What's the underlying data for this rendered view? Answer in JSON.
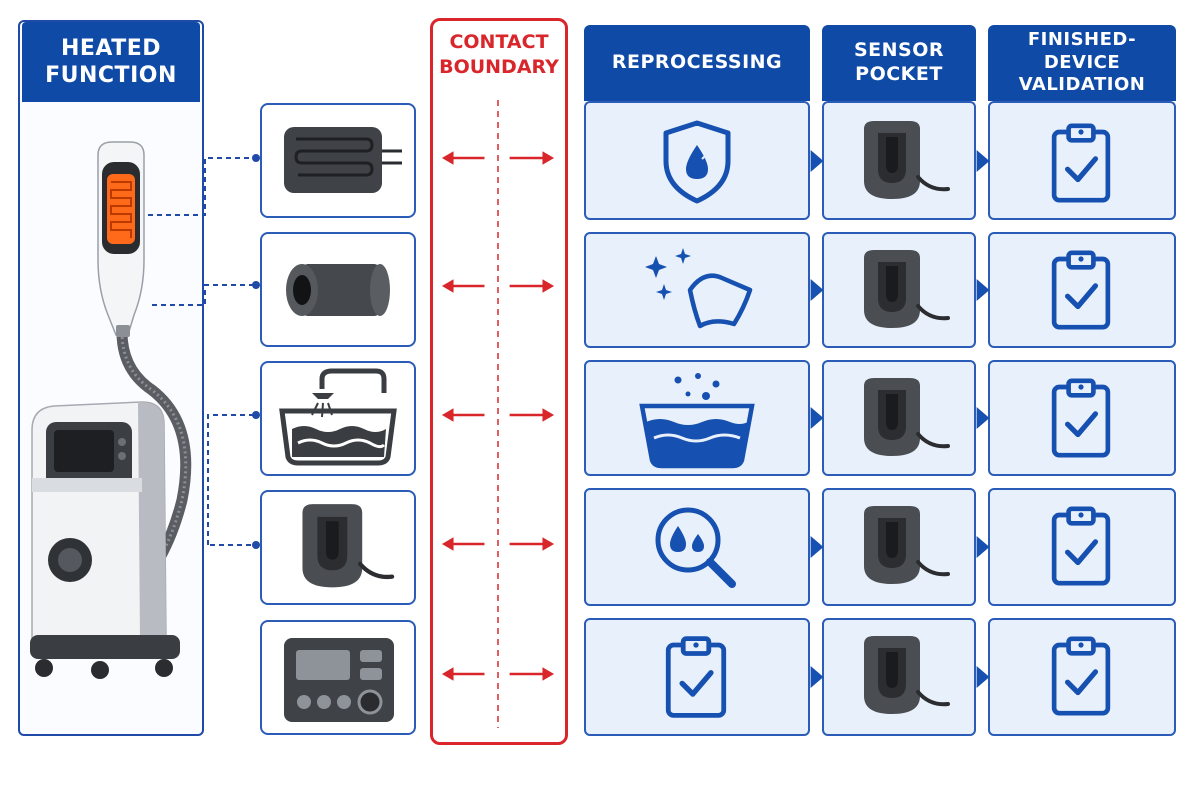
{
  "heated_function": {
    "title_line1": "HEATED",
    "title_line2": "FUNCTION"
  },
  "components": [
    {
      "name": "heating-pad",
      "icon": "heating-element-icon"
    },
    {
      "name": "tube",
      "icon": "cylinder-tube-icon"
    },
    {
      "name": "water-bath",
      "icon": "bath-shower-icon"
    },
    {
      "name": "sensor",
      "icon": "sensor-pocket-icon"
    },
    {
      "name": "control-panel",
      "icon": "control-panel-icon"
    }
  ],
  "contact_boundary": {
    "title_line1": "CONTACT",
    "title_line2": "BOUNDARY"
  },
  "columns": {
    "reprocessing": "REPROCESSING",
    "sensor_pocket_line1": "SENSOR",
    "sensor_pocket_line2": "POCKET",
    "validation_line1": "FINISHED-DEVICE",
    "validation_line2": "VALIDATION"
  },
  "reprocessing_icons": [
    "shield-drop-icon",
    "sparkle-cloth-icon",
    "wash-basin-icon",
    "magnifier-drops-icon",
    "clipboard-check-icon"
  ],
  "colors": {
    "brand_blue": "#0f4aa6",
    "boundary_red": "#d8262b",
    "cell_fill": "#e7f0fb",
    "heater_orange": "#ff6a1a"
  }
}
